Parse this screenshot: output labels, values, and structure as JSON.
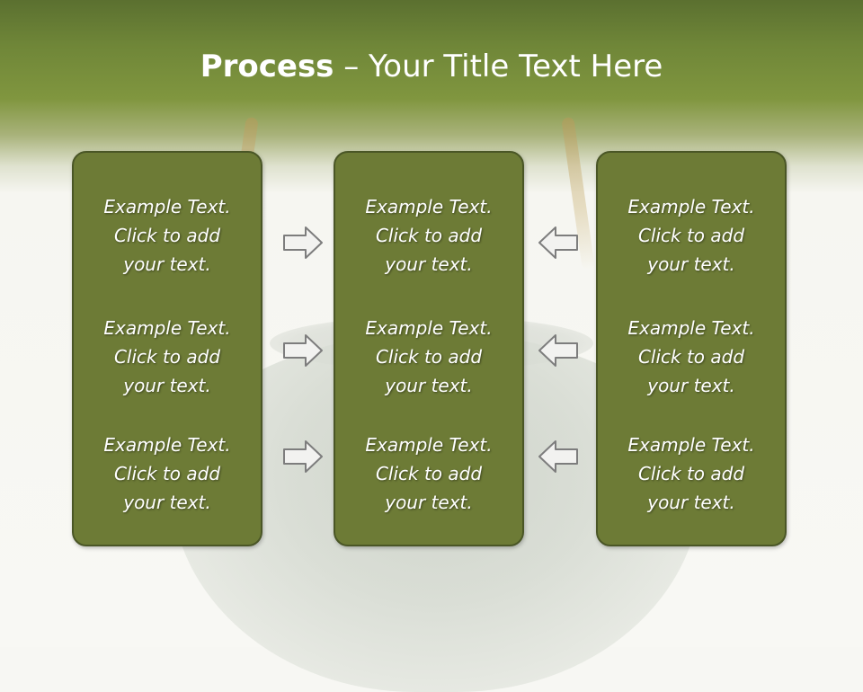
{
  "title": {
    "bold": "Process",
    "rest": " – Your Title Text Here"
  },
  "columns": [
    {
      "items": [
        {
          "line1": "Example Text.",
          "line2": "Click  to add",
          "line3": "your text."
        },
        {
          "line1": "Example Text.",
          "line2": "Click  to add",
          "line3": "your text."
        },
        {
          "line1": "Example Text.",
          "line2": "Click  to add",
          "line3": "your text."
        }
      ]
    },
    {
      "items": [
        {
          "line1": "Example Text.",
          "line2": "Click  to add",
          "line3": "your text."
        },
        {
          "line1": "Example Text.",
          "line2": "Click  to add",
          "line3": "your text."
        },
        {
          "line1": "Example Text.",
          "line2": "Click  to add",
          "line3": "your text."
        }
      ]
    },
    {
      "items": [
        {
          "line1": "Example Text.",
          "line2": "Click  to add",
          "line3": "your text."
        },
        {
          "line1": "Example Text.",
          "line2": "Click  to add",
          "line3": "your text."
        },
        {
          "line1": "Example Text.",
          "line2": "Click  to add",
          "line3": "your text."
        }
      ]
    }
  ],
  "arrows": {
    "left_group": "right-arrow-icon",
    "right_group": "left-arrow-icon"
  },
  "colors": {
    "header_green": "#6f8638",
    "box_fill": "#6d7b36",
    "box_border": "#4a5626",
    "text": "#ffffff"
  }
}
